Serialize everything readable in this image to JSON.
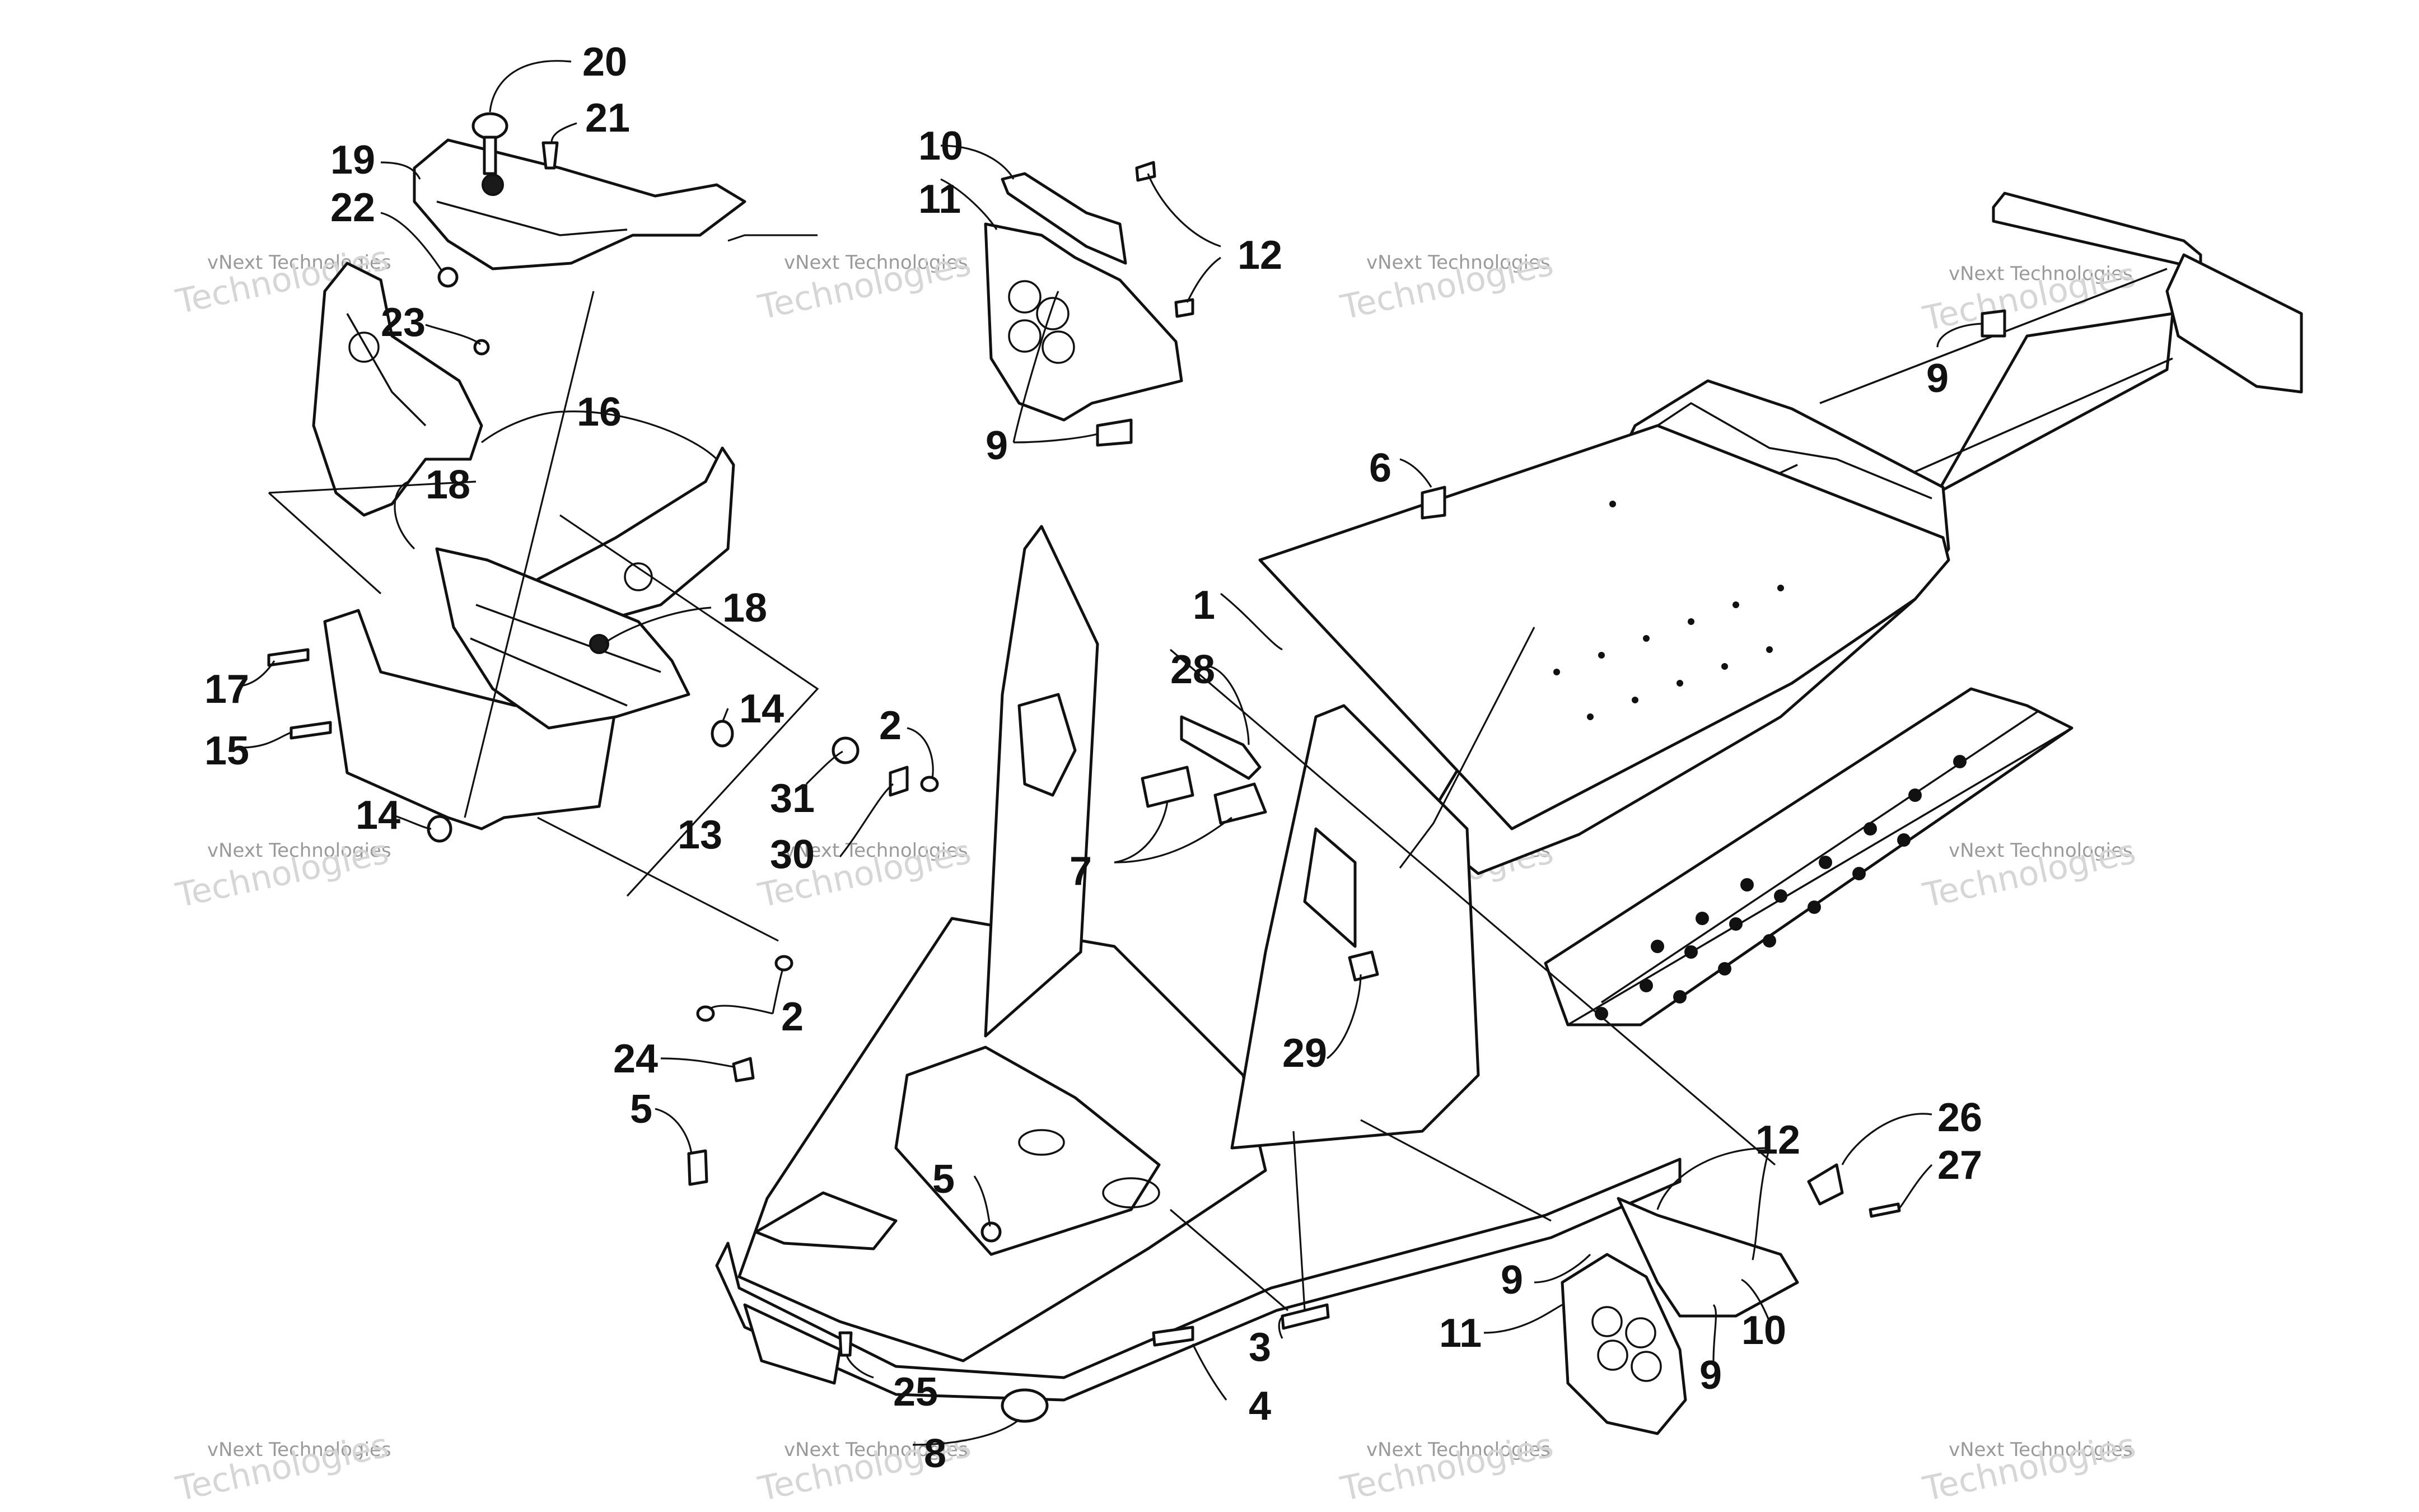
{
  "watermark": {
    "line1": "vNext Technologies",
    "line2": "vNext",
    "line3": "Technologies"
  },
  "callouts": [
    {
      "id": "c20",
      "label": "20"
    },
    {
      "id": "c21",
      "label": "21"
    },
    {
      "id": "c19",
      "label": "19"
    },
    {
      "id": "c22",
      "label": "22"
    },
    {
      "id": "c23",
      "label": "23"
    },
    {
      "id": "c16",
      "label": "16"
    },
    {
      "id": "c18a",
      "label": "18"
    },
    {
      "id": "c18b",
      "label": "18"
    },
    {
      "id": "c17",
      "label": "17"
    },
    {
      "id": "c15",
      "label": "15"
    },
    {
      "id": "c14a",
      "label": "14"
    },
    {
      "id": "c14b",
      "label": "14"
    },
    {
      "id": "c13",
      "label": "13"
    },
    {
      "id": "c10a",
      "label": "10"
    },
    {
      "id": "c11a",
      "label": "11"
    },
    {
      "id": "c12a",
      "label": "12"
    },
    {
      "id": "c9a",
      "label": "9"
    },
    {
      "id": "c9b",
      "label": "9"
    },
    {
      "id": "c6",
      "label": "6"
    },
    {
      "id": "c1",
      "label": "1"
    },
    {
      "id": "c28",
      "label": "28"
    },
    {
      "id": "c2a",
      "label": "2"
    },
    {
      "id": "c31",
      "label": "31"
    },
    {
      "id": "c30",
      "label": "30"
    },
    {
      "id": "c7",
      "label": "7"
    },
    {
      "id": "c2b",
      "label": "2"
    },
    {
      "id": "c24",
      "label": "24"
    },
    {
      "id": "c5a",
      "label": "5"
    },
    {
      "id": "c29",
      "label": "29"
    },
    {
      "id": "c5b",
      "label": "5"
    },
    {
      "id": "c26",
      "label": "26"
    },
    {
      "id": "c27",
      "label": "27"
    },
    {
      "id": "c12b",
      "label": "12"
    },
    {
      "id": "c9c",
      "label": "9"
    },
    {
      "id": "c11b",
      "label": "11"
    },
    {
      "id": "c10b",
      "label": "10"
    },
    {
      "id": "c9d",
      "label": "9"
    },
    {
      "id": "c3a",
      "label": "3"
    },
    {
      "id": "c4",
      "label": "4"
    },
    {
      "id": "c25",
      "label": "25"
    },
    {
      "id": "c8",
      "label": "8"
    }
  ]
}
